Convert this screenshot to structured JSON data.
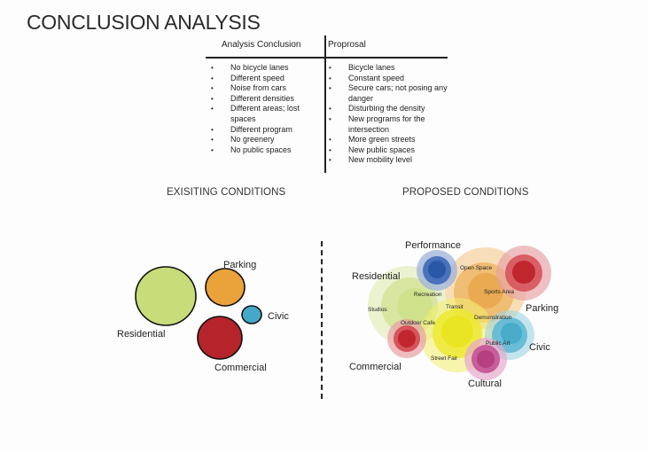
{
  "title": "CONCLUSION ANALYSIS",
  "table": {
    "left_header": "Analysis Conclusion",
    "right_header": "Proprosal",
    "left_items": [
      "No bicycle lanes",
      "Different speed",
      "Noise from cars",
      "Different densities",
      "Different areas; lost spaces",
      "Different program",
      "No greenery",
      "No public spaces"
    ],
    "right_items": [
      "Bicycle lanes",
      "Constant speed",
      "Secure cars; not posing any danger",
      "Disturbing the density",
      "New programs for the intersection",
      "More green streets",
      "New public spaces",
      "New mobility level"
    ]
  },
  "existing": {
    "heading": "EXISITING CONDITIONS",
    "circles": [
      {
        "name": "Residential",
        "color": "#c8dc7a",
        "size": "large"
      },
      {
        "name": "Parking",
        "color": "#eaa23a",
        "size": "medium"
      },
      {
        "name": "Civic",
        "color": "#45a8c9",
        "size": "small"
      },
      {
        "name": "Commercial",
        "color": "#b5232b",
        "size": "medium-large"
      }
    ]
  },
  "proposed": {
    "heading": "PROPOSED CONDITIONS",
    "categories": [
      {
        "name": "Performance",
        "color": "#2a5aa8"
      },
      {
        "name": "Residential",
        "color": "#c8dc7a"
      },
      {
        "name": "Parking",
        "color": "#eaa23a"
      },
      {
        "name": "Civic",
        "color": "#45a8c9"
      },
      {
        "name": "Commercial",
        "color": "#c0262e"
      },
      {
        "name": "Cultural",
        "color": "#b5407f"
      },
      {
        "name": "Sports Area",
        "color": "#c0262e"
      },
      {
        "name": "Street Fair",
        "color": "#ece82a"
      }
    ],
    "programs": [
      "Open Space",
      "Recreation",
      "Sports Area",
      "Studios",
      "Transit",
      "Demonstration",
      "Outdoor Cafe",
      "Public Art",
      "Street Fair"
    ]
  }
}
